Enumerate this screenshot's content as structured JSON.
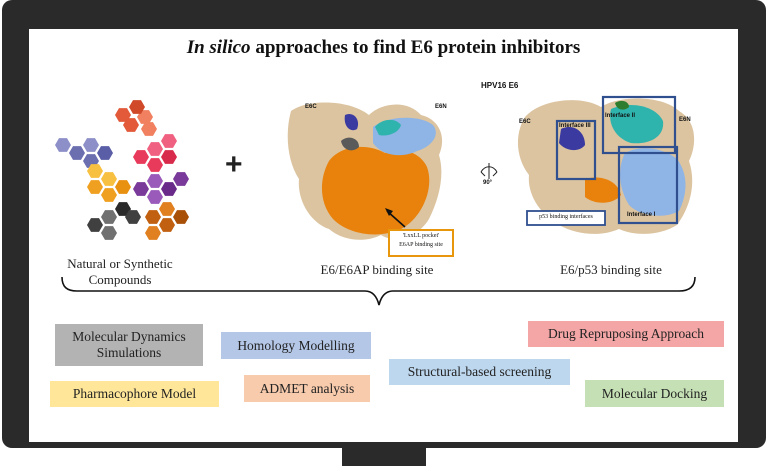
{
  "title": {
    "italic": "In silico",
    "rest": " approaches to find E6 protein inhibitors"
  },
  "labels": {
    "compounds": "Natural or Synthetic Compounds",
    "e6ap_site": "E6/E6AP binding site",
    "p53_site": "E6/p53 binding site",
    "plus": "+",
    "protein_name": "HPV16 E6",
    "e6c_left": "E6C",
    "e6n_left": "E6N",
    "e6c_right": "E6C",
    "e6n_right": "E6N",
    "rotation": "90°",
    "pocket_line1": "'LxxLL pocket'",
    "pocket_line2": "E6AP binding site",
    "p53_interfaces": "p53 binding interfaces",
    "interface_1": "Interface I",
    "interface_2": "Interface II",
    "interface_3": "Interface III"
  },
  "methods": [
    {
      "key": "md",
      "label": "Molecular Dynamics Simulations",
      "color": "#b3b3b3"
    },
    {
      "key": "hm",
      "label": "Homology Modelling",
      "color": "#b4c7e7"
    },
    {
      "key": "drug",
      "label": "Drug Repruposing Approach",
      "color": "#f4a6a6"
    },
    {
      "key": "pharm",
      "label": "Pharmacophore Model",
      "color": "#ffe699"
    },
    {
      "key": "admet",
      "label": "ADMET analysis",
      "color": "#f8cbad"
    },
    {
      "key": "sbs",
      "label": "Structural-based screening",
      "color": "#bdd7ee"
    },
    {
      "key": "dock",
      "label": "Molecular Docking",
      "color": "#c5e0b4"
    }
  ],
  "colors": {
    "frame": "#2a2a2a",
    "protein_surface": "#dcc4a0",
    "pocket_orange": "#e8820c",
    "site_blue": "#8fb4e6",
    "site_teal": "#2fb3ad",
    "site_navy": "#3a3aa0",
    "site_green": "#2e7d2e",
    "box_blue": "#2f4f8f",
    "box_orange": "#e8960c"
  }
}
